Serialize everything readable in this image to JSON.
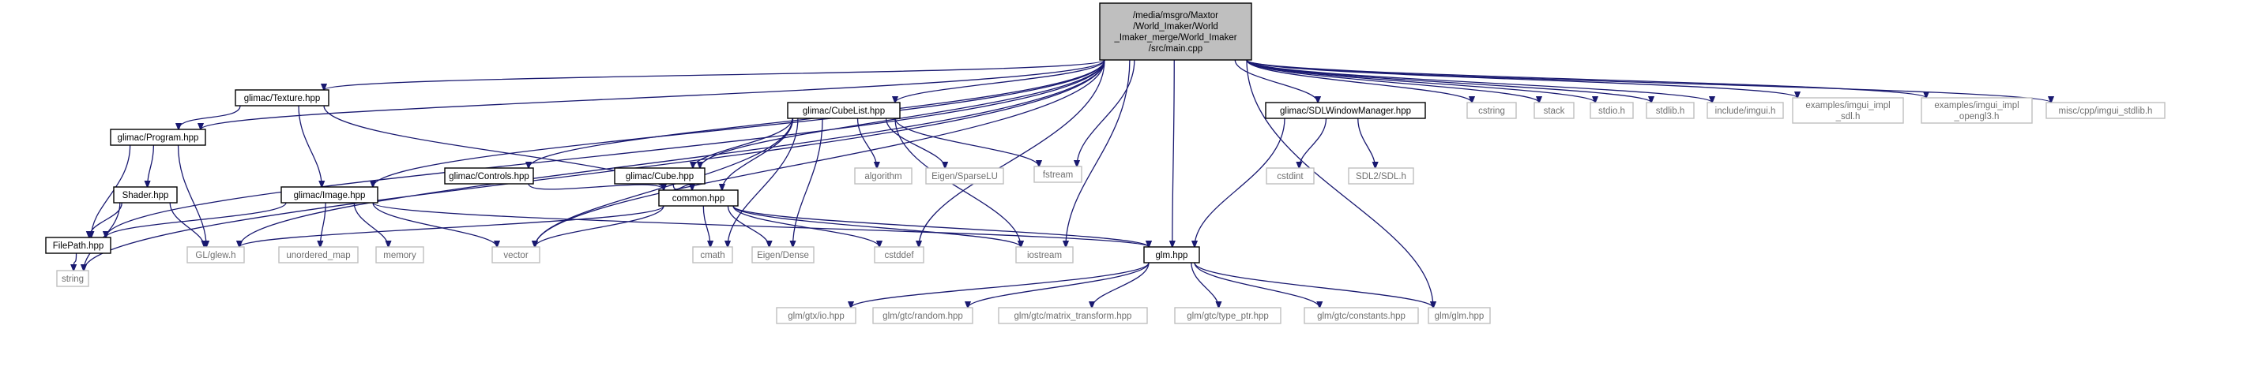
{
  "colors": {
    "edge": "#191970",
    "root_fill": "#bfbfbf",
    "node_border": "#000000",
    "external_border": "#bfbfbf",
    "external_text": "#6f6f6f"
  },
  "nodes": [
    {
      "id": "main",
      "lines": [
        "/media/msgro/Maxtor",
        "/World_Imaker/World",
        "_Imaker_merge/World_Imaker",
        "/src/main.cpp"
      ],
      "kind": "root"
    },
    {
      "id": "texture",
      "lines": [
        "glimac/Texture.hpp"
      ],
      "kind": "header"
    },
    {
      "id": "cubelist",
      "lines": [
        "glimac/CubeList.hpp"
      ],
      "kind": "header"
    },
    {
      "id": "sdlwm",
      "lines": [
        "glimac/SDLWindowManager.hpp"
      ],
      "kind": "header"
    },
    {
      "id": "program",
      "lines": [
        "glimac/Program.hpp"
      ],
      "kind": "header"
    },
    {
      "id": "controls",
      "lines": [
        "glimac/Controls.hpp"
      ],
      "kind": "header"
    },
    {
      "id": "cube",
      "lines": [
        "glimac/Cube.hpp"
      ],
      "kind": "header"
    },
    {
      "id": "shader",
      "lines": [
        "Shader.hpp"
      ],
      "kind": "header"
    },
    {
      "id": "image",
      "lines": [
        "glimac/Image.hpp"
      ],
      "kind": "header"
    },
    {
      "id": "common",
      "lines": [
        "common.hpp"
      ],
      "kind": "header"
    },
    {
      "id": "filepath",
      "lines": [
        "FilePath.hpp"
      ],
      "kind": "header"
    },
    {
      "id": "glm",
      "lines": [
        "glm.hpp"
      ],
      "kind": "header"
    },
    {
      "id": "string",
      "lines": [
        "string"
      ],
      "kind": "external"
    },
    {
      "id": "glew",
      "lines": [
        "GL/glew.h"
      ],
      "kind": "external"
    },
    {
      "id": "unordered_map",
      "lines": [
        "unordered_map"
      ],
      "kind": "external"
    },
    {
      "id": "memory",
      "lines": [
        "memory"
      ],
      "kind": "external"
    },
    {
      "id": "vector",
      "lines": [
        "vector"
      ],
      "kind": "external"
    },
    {
      "id": "cmath",
      "lines": [
        "cmath"
      ],
      "kind": "external"
    },
    {
      "id": "eigen_dense",
      "lines": [
        "Eigen/Dense"
      ],
      "kind": "external"
    },
    {
      "id": "cstddef",
      "lines": [
        "cstddef"
      ],
      "kind": "external"
    },
    {
      "id": "iostream",
      "lines": [
        "iostream"
      ],
      "kind": "external"
    },
    {
      "id": "algorithm",
      "lines": [
        "algorithm"
      ],
      "kind": "external"
    },
    {
      "id": "eigen_sparse",
      "lines": [
        "Eigen/SparseLU"
      ],
      "kind": "external"
    },
    {
      "id": "fstream",
      "lines": [
        "fstream"
      ],
      "kind": "external"
    },
    {
      "id": "cstdint",
      "lines": [
        "cstdint"
      ],
      "kind": "external"
    },
    {
      "id": "sdl",
      "lines": [
        "SDL2/SDL.h"
      ],
      "kind": "external"
    },
    {
      "id": "cstring",
      "lines": [
        "cstring"
      ],
      "kind": "external"
    },
    {
      "id": "stack",
      "lines": [
        "stack"
      ],
      "kind": "external"
    },
    {
      "id": "stdio",
      "lines": [
        "stdio.h"
      ],
      "kind": "external"
    },
    {
      "id": "stdlib",
      "lines": [
        "stdlib.h"
      ],
      "kind": "external"
    },
    {
      "id": "imgui",
      "lines": [
        "include/imgui.h"
      ],
      "kind": "external"
    },
    {
      "id": "imgui_sdl",
      "lines": [
        "examples/imgui_impl",
        "_sdl.h"
      ],
      "kind": "external"
    },
    {
      "id": "imgui_gl3",
      "lines": [
        "examples/imgui_impl",
        "_opengl3.h"
      ],
      "kind": "external"
    },
    {
      "id": "imgui_stdlib",
      "lines": [
        "misc/cpp/imgui_stdlib.h"
      ],
      "kind": "external"
    },
    {
      "id": "gtx_io",
      "lines": [
        "glm/gtx/io.hpp"
      ],
      "kind": "external"
    },
    {
      "id": "gtc_random",
      "lines": [
        "glm/gtc/random.hpp"
      ],
      "kind": "external"
    },
    {
      "id": "gtc_mt",
      "lines": [
        "glm/gtc/matrix_transform.hpp"
      ],
      "kind": "external"
    },
    {
      "id": "gtc_tp",
      "lines": [
        "glm/gtc/type_ptr.hpp"
      ],
      "kind": "external"
    },
    {
      "id": "gtc_const",
      "lines": [
        "glm/gtc/constants.hpp"
      ],
      "kind": "external"
    },
    {
      "id": "glm_glm",
      "lines": [
        "glm/glm.hpp"
      ],
      "kind": "external"
    }
  ],
  "edges": [
    [
      "main",
      "string"
    ],
    [
      "main",
      "filepath"
    ],
    [
      "main",
      "program"
    ],
    [
      "main",
      "glew"
    ],
    [
      "main",
      "texture"
    ],
    [
      "main",
      "image"
    ],
    [
      "main",
      "vector"
    ],
    [
      "main",
      "controls"
    ],
    [
      "main",
      "cube"
    ],
    [
      "main",
      "cubelist"
    ],
    [
      "main",
      "fstream"
    ],
    [
      "main",
      "cstddef"
    ],
    [
      "main",
      "iostream"
    ],
    [
      "main",
      "glm"
    ],
    [
      "main",
      "glm_glm"
    ],
    [
      "main",
      "sdlwm"
    ],
    [
      "main",
      "cstring"
    ],
    [
      "main",
      "stack"
    ],
    [
      "main",
      "stdio"
    ],
    [
      "main",
      "stdlib"
    ],
    [
      "main",
      "imgui"
    ],
    [
      "main",
      "imgui_sdl"
    ],
    [
      "main",
      "imgui_gl3"
    ],
    [
      "main",
      "imgui_stdlib"
    ],
    [
      "texture",
      "program"
    ],
    [
      "texture",
      "image"
    ],
    [
      "texture",
      "common"
    ],
    [
      "program",
      "filepath"
    ],
    [
      "program",
      "glew"
    ],
    [
      "program",
      "shader"
    ],
    [
      "shader",
      "filepath"
    ],
    [
      "shader",
      "glew"
    ],
    [
      "shader",
      "string"
    ],
    [
      "filepath",
      "string"
    ],
    [
      "image",
      "filepath"
    ],
    [
      "image",
      "unordered_map"
    ],
    [
      "image",
      "memory"
    ],
    [
      "image",
      "vector"
    ],
    [
      "image",
      "glm"
    ],
    [
      "controls",
      "common"
    ],
    [
      "cube",
      "common"
    ],
    [
      "cubelist",
      "vector"
    ],
    [
      "cubelist",
      "cube"
    ],
    [
      "cubelist",
      "common"
    ],
    [
      "cubelist",
      "cmath"
    ],
    [
      "cubelist",
      "algorithm"
    ],
    [
      "cubelist",
      "eigen_dense"
    ],
    [
      "cubelist",
      "eigen_sparse"
    ],
    [
      "cubelist",
      "iostream"
    ],
    [
      "cubelist",
      "fstream"
    ],
    [
      "common",
      "glew"
    ],
    [
      "common",
      "vector"
    ],
    [
      "common",
      "cmath"
    ],
    [
      "common",
      "eigen_dense"
    ],
    [
      "common",
      "cstddef"
    ],
    [
      "common",
      "iostream"
    ],
    [
      "common",
      "glm"
    ],
    [
      "sdlwm",
      "cstdint"
    ],
    [
      "sdlwm",
      "sdl"
    ],
    [
      "sdlwm",
      "glm"
    ],
    [
      "glm",
      "gtx_io"
    ],
    [
      "glm",
      "gtc_random"
    ],
    [
      "glm",
      "gtc_mt"
    ],
    [
      "glm",
      "gtc_tp"
    ],
    [
      "glm",
      "gtc_const"
    ],
    [
      "glm",
      "glm_glm"
    ]
  ]
}
